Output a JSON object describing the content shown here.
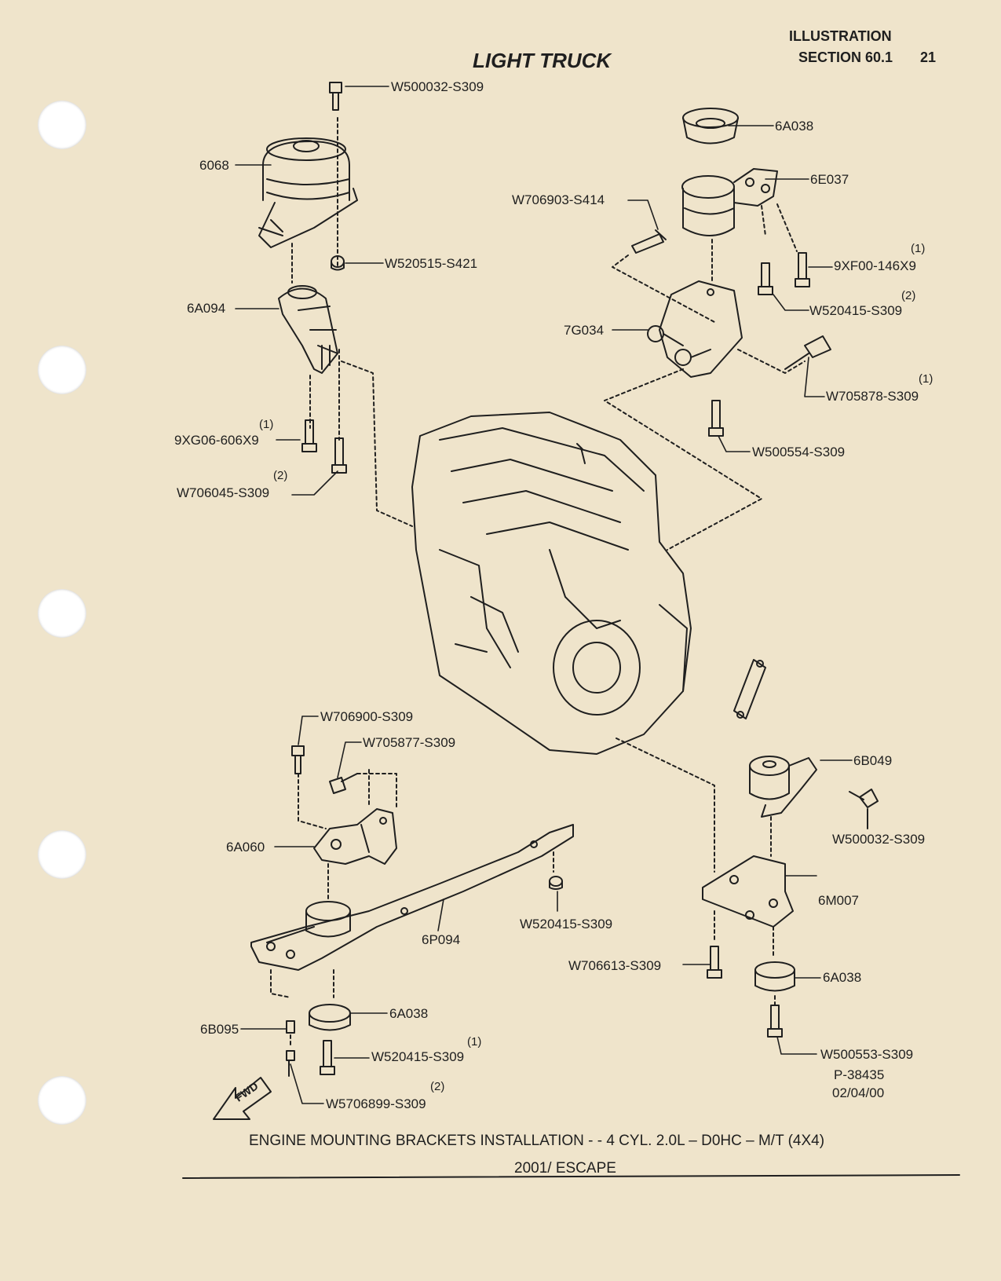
{
  "header": {
    "section_title": "ILLUSTRATION",
    "section_number": "SECTION 60.1",
    "page_number": "21",
    "category": "LIGHT TRUCK"
  },
  "part_labels": {
    "p1": "W500032-S309",
    "p2": "6068",
    "p3": "W520515-S421",
    "p4": "6A094",
    "p5": "9XG06-606X9",
    "p6": "W706045-S309",
    "p7": "6A038",
    "p8": "6E037",
    "p9": "W706903-S414",
    "p10": "9XF00-146X9",
    "p11": "W520415-S309",
    "p12": "7G034",
    "p13": "W705878-S309",
    "p14": "W500554-S309",
    "p15": "W706900-S309",
    "p16": "W705877-S309",
    "p17": "6A060",
    "p18": "6B049",
    "p19": "W500032-S309",
    "p20": "6M007",
    "p21": "W520415-S309",
    "p22": "6P094",
    "p23": "W706613-S309",
    "p24": "6A038",
    "p25": "6B095",
    "p26": "6A038",
    "p27": "W520415-S309",
    "p28": "W500553-S309",
    "p29": "W5706899-S309"
  },
  "quantities": {
    "q5": "(1)",
    "q6": "(2)",
    "q10": "(1)",
    "q11": "(2)",
    "q13": "(1)",
    "q27": "(1)",
    "q29": "(2)"
  },
  "fwd_label": "FWD",
  "drawing_id": "P-38435",
  "drawing_date": "02/04/00",
  "caption": {
    "line1": "ENGINE MOUNTING BRACKETS INSTALLATION - - 4 CYL. 2.0L – D0HC – M/T (4X4)",
    "line2": "2001/ ESCAPE"
  },
  "colors": {
    "paper": "#efe4cb",
    "ink": "#1f1f1f"
  }
}
